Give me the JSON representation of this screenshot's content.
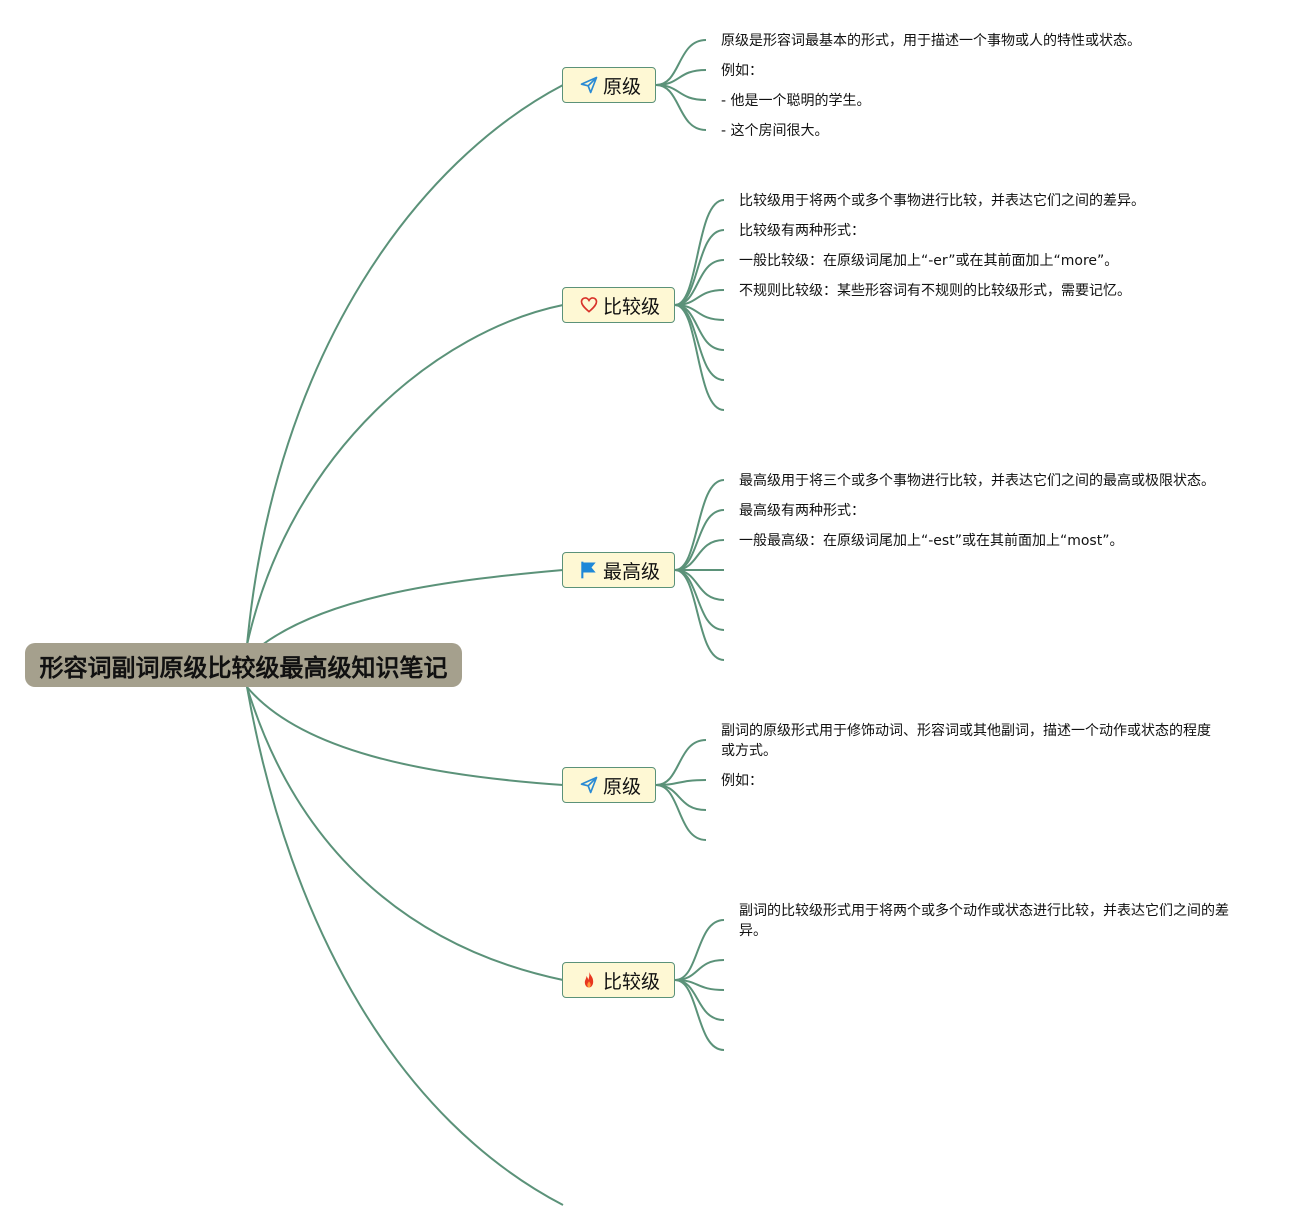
{
  "root": {
    "title": "形容词副词原级比较级最高级知识笔记"
  },
  "branches": [
    {
      "label": "原级",
      "icon": "paper-plane-icon",
      "leaves": [
        "原级是形容词最基本的形式，用于描述一个事物或人的特性或状态。",
        "例如：",
        "- 他是一个聪明的学生。",
        "- 这个房间很大。"
      ]
    },
    {
      "label": "比较级",
      "icon": "heart-icon",
      "leaves": [
        "比较级用于将两个或多个事物进行比较，并表达它们之间的差异。",
        "比较级有两种形式：",
        "一般比较级：在原级词尾加上“-er”或在其前面加上“more”。",
        "不规则比较级：某些形容词有不规则的比较级形式，需要记忆。"
      ]
    },
    {
      "label": "最高级",
      "icon": "flag-icon",
      "leaves": [
        "最高级用于将三个或多个事物进行比较，并表达它们之间的最高或极限状态。",
        "最高级有两种形式：",
        "一般最高级：在原级词尾加上“-est”或在其前面加上“most”。"
      ]
    },
    {
      "label": "原级",
      "icon": "paper-plane-icon",
      "leaves": [
        "副词的原级形式用于修饰动词、形容词或其他副词，描述一个动作或状态的程度或方式。",
        "例如："
      ]
    },
    {
      "label": "比较级",
      "icon": "fire-icon",
      "leaves": [
        "副词的比较级形式用于将两个或多个动作或状态进行比较，并表达它们之间的差异。"
      ]
    }
  ],
  "colors": {
    "edge": "#5b9279",
    "root_bg": "#a5a08d",
    "branch_bg": "#fef8d4"
  }
}
